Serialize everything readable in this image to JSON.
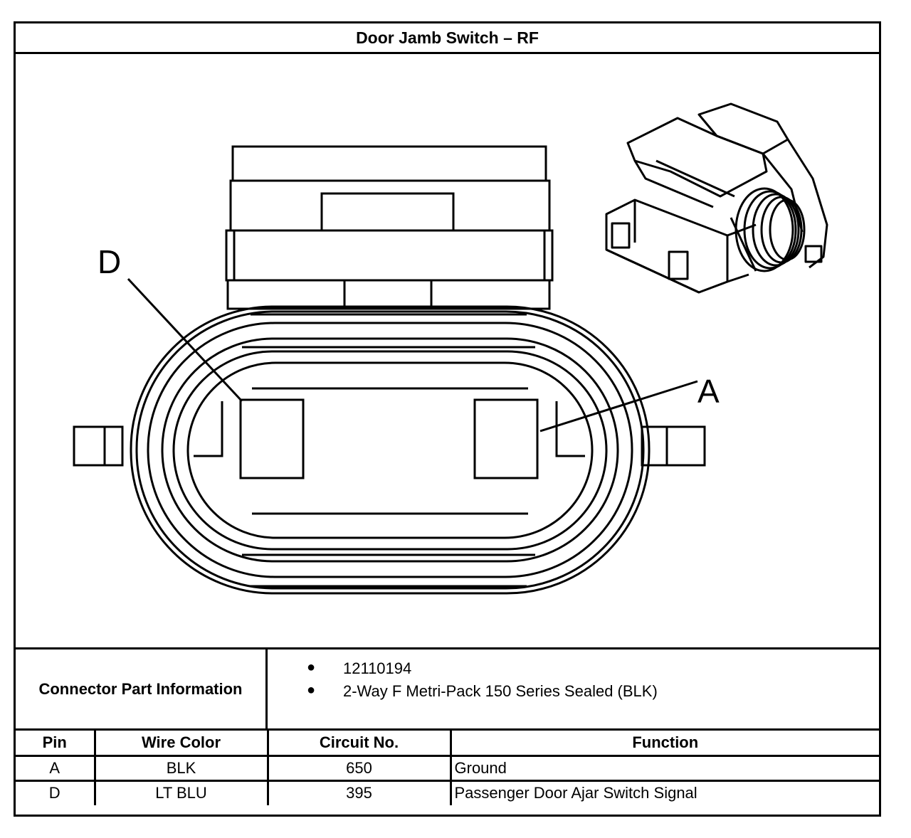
{
  "title": "Door Jamb Switch – RF",
  "diagram": {
    "pin_labels": {
      "left": "D",
      "right": "A"
    }
  },
  "connector_info": {
    "label": "Connector Part Information",
    "items": [
      "12110194",
      "2-Way F Metri-Pack 150 Series Sealed (BLK)"
    ]
  },
  "pin_table": {
    "headers": [
      "Pin",
      "Wire Color",
      "Circuit No.",
      "Function"
    ],
    "rows": [
      [
        "A",
        "BLK",
        "650",
        "Ground"
      ],
      [
        "D",
        "LT BLU",
        "395",
        "Passenger Door Ajar Switch Signal"
      ]
    ]
  }
}
